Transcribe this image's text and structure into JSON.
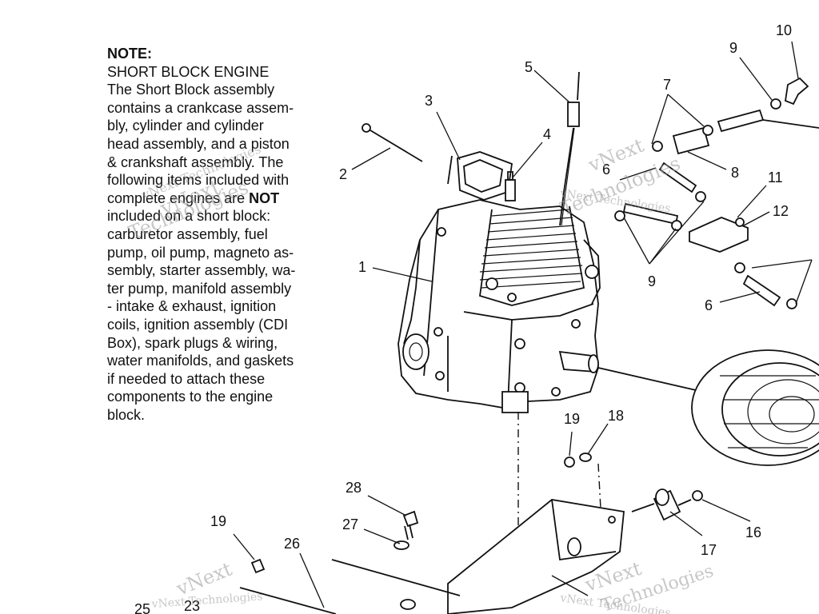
{
  "note": {
    "heading": "NOTE:",
    "subheading": "SHORT BLOCK ENGINE",
    "lines_before_bold": [
      "The Short Block assembly",
      "contains a crankcase assem-",
      "bly, cylinder and cylinder",
      "head assembly, and a piston",
      "& crankshaft assembly.  The",
      "following items included with"
    ],
    "line_with_bold_prefix": "complete engines are ",
    "bold_word": "NOT",
    "lines_after_bold": [
      "included on a short block:",
      "carburetor assembly, fuel",
      "pump, oil pump, magneto as-",
      "sembly, starter assembly, wa-",
      "ter pump, manifold assembly",
      "- intake & exhaust, ignition",
      "coils, ignition assembly (CDI",
      "Box), spark plugs & wiring,",
      "water manifolds, and gaskets",
      "if needed to attach these",
      "components to the engine",
      "block."
    ]
  },
  "callouts": {
    "c1": "1",
    "c2": "2",
    "c3": "3",
    "c4": "4",
    "c5": "5",
    "c6a": "6",
    "c6b": "6",
    "c7": "7",
    "c8": "8",
    "c9a": "9",
    "c9b": "9",
    "c10": "10",
    "c11": "11",
    "c12": "12",
    "c16": "16",
    "c17": "17",
    "c18": "18",
    "c19a": "19",
    "c19b": "19",
    "c23": "23",
    "c25": "25",
    "c26": "26",
    "c27": "27",
    "c28": "28"
  },
  "watermark": {
    "brand": "vNext",
    "company": "Technologies",
    "full": "vNext Technologies"
  }
}
